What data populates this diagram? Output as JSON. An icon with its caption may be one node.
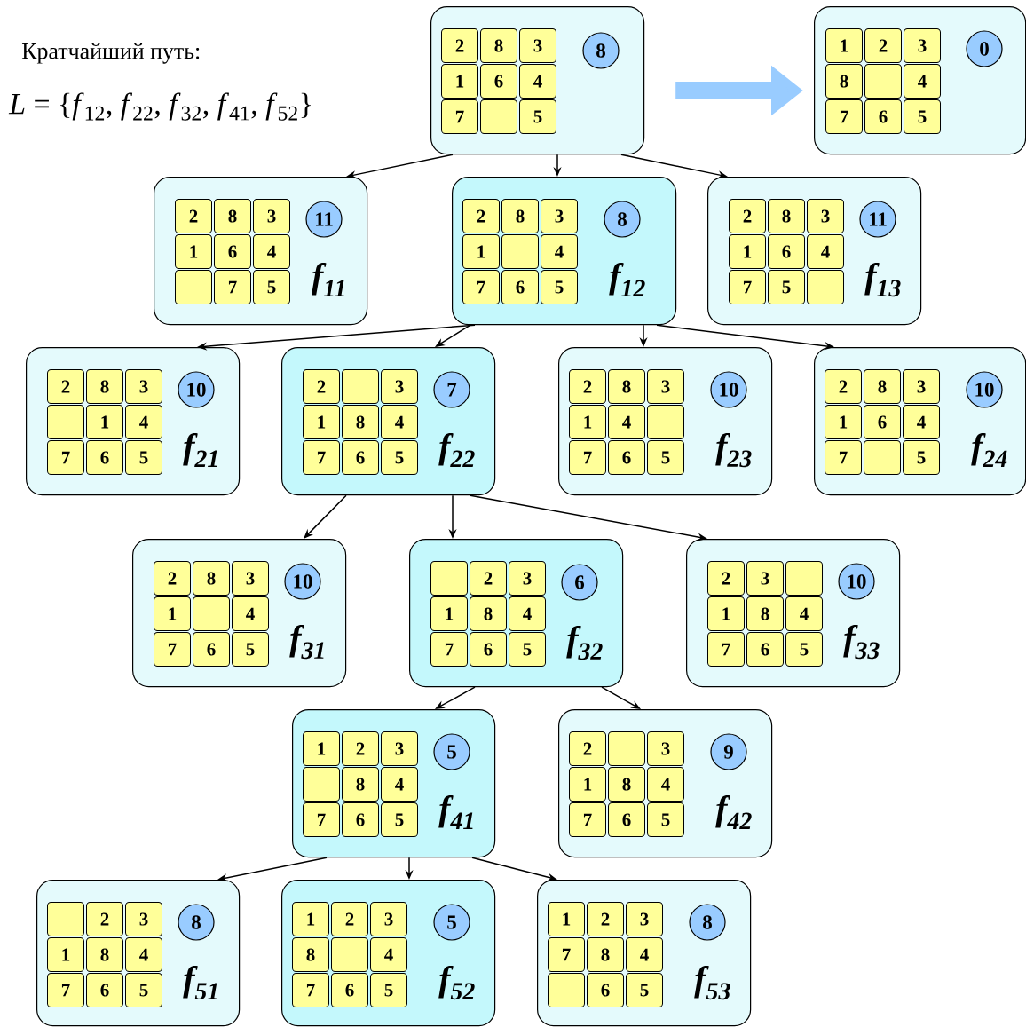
{
  "diagram": {
    "nodes": [
      {
        "text": [],
        "shape": "box"
      },
      {
        "text": [
          "2"
        ],
        "in": 0
      },
      {
        "text": [
          "8"
        ],
        "in": 0
      },
      {
        "text": [
          "3"
        ],
        "in": 0
      },
      {
        "text": [
          "1"
        ],
        "in": 0
      },
      {
        "text": [
          "6"
        ],
        "in": 0
      },
      {
        "text": [
          "4"
        ],
        "in": 0
      },
      {
        "text": [
          "7"
        ],
        "in": 0
      },
      {
        "text": [],
        "shape": "box",
        "in": 0
      },
      {
        "text": [
          "5"
        ],
        "in": 0
      },
      {
        "text": [
          "8"
        ],
        "in": 0
      },
      {
        "text": [],
        "shape": "box"
      },
      {
        "text": [
          "1"
        ],
        "in": 11
      },
      {
        "text": [
          "2"
        ],
        "in": 11
      },
      {
        "text": [
          "3"
        ],
        "in": 11
      },
      {
        "text": [
          "8"
        ],
        "in": 11
      },
      {
        "text": [],
        "shape": "box",
        "in": 11
      },
      {
        "text": [
          "4"
        ],
        "in": 11
      },
      {
        "text": [
          "7"
        ],
        "in": 11
      },
      {
        "text": [
          "6"
        ],
        "in": 11
      },
      {
        "text": [
          "5"
        ],
        "in": 11
      },
      {
        "text": [
          "0"
        ],
        "in": 11
      },
      {
        "text": [
          "f$_{11}$"
        ]
      },
      {
        "text": [
          "2"
        ],
        "in": 22
      },
      {
        "text": [
          "8"
        ],
        "in": 22
      },
      {
        "text": [
          "3"
        ],
        "in": 22
      },
      {
        "text": [
          "1"
        ],
        "in": 22
      },
      {
        "text": [
          "6"
        ],
        "in": 22
      },
      {
        "text": [
          "4"
        ],
        "in": 22
      },
      {
        "text": [],
        "shape": "box",
        "in": 22
      },
      {
        "text": [
          "7"
        ],
        "in": 22
      },
      {
        "text": [
          "5"
        ],
        "in": 22
      },
      {
        "text": [
          "11"
        ],
        "in": 22
      },
      {
        "text": [
          "f$_{12}$"
        ]
      },
      {
        "text": [
          "2"
        ],
        "in": 33
      },
      {
        "text": [
          "8"
        ],
        "in": 33
      },
      {
        "text": [
          "3"
        ],
        "in": 33
      },
      {
        "text": [
          "1"
        ],
        "in": 33
      },
      {
        "text": [],
        "shape": "box",
        "in": 33
      },
      {
        "text": [
          "4"
        ],
        "in": 33
      },
      {
        "text": [
          "7"
        ],
        "in": 33
      },
      {
        "text": [
          "6"
        ],
        "in": 33
      },
      {
        "text": [
          "5"
        ],
        "in": 33
      },
      {
        "text": [
          "8"
        ],
        "in": 33
      },
      {
        "text": [
          "f$_{13}$"
        ]
      },
      {
        "text": [
          "2"
        ],
        "in": 44
      },
      {
        "text": [
          "8"
        ],
        "in": 44
      },
      {
        "text": [
          "3"
        ],
        "in": 44
      },
      {
        "text": [
          "1"
        ],
        "in": 44
      },
      {
        "text": [
          "6"
        ],
        "in": 44
      },
      {
        "text": [
          "4"
        ],
        "in": 44
      },
      {
        "text": [
          "7"
        ],
        "in": 44
      },
      {
        "text": [
          "5"
        ],
        "in": 44
      },
      {
        "text": [],
        "shape": "box",
        "in": 44
      },
      {
        "text": [
          "11"
        ],
        "in": 44
      },
      {
        "text": [
          "f$_{21}$"
        ]
      },
      {
        "text": [
          "2"
        ],
        "in": 55
      },
      {
        "text": [
          "8"
        ],
        "in": 55
      },
      {
        "text": [
          "3"
        ],
        "in": 55
      },
      {
        "text": [],
        "shape": "box",
        "in": 55
      },
      {
        "text": [
          "1"
        ],
        "in": 55
      },
      {
        "text": [
          "4"
        ],
        "in": 55
      },
      {
        "text": [
          "7"
        ],
        "in": 55
      },
      {
        "text": [
          "6"
        ],
        "in": 55
      },
      {
        "text": [
          "5"
        ],
        "in": 55
      },
      {
        "text": [
          "10"
        ],
        "in": 55
      },
      {
        "text": [
          "f$_{22}$"
        ]
      },
      {
        "text": [
          "2"
        ],
        "in": 66
      },
      {
        "text": [],
        "shape": "box",
        "in": 66
      },
      {
        "text": [
          "3"
        ],
        "in": 66
      },
      {
        "text": [
          "1"
        ],
        "in": 66
      },
      {
        "text": [
          "8"
        ],
        "in": 66
      },
      {
        "text": [
          "4"
        ],
        "in": 66
      },
      {
        "text": [
          "7"
        ],
        "in": 66
      },
      {
        "text": [
          "6"
        ],
        "in": 66
      },
      {
        "text": [
          "5"
        ],
        "in": 66
      },
      {
        "text": [
          "7"
        ],
        "in": 66
      },
      {
        "text": [
          "f$_{23}$"
        ]
      },
      {
        "text": [
          "2"
        ],
        "in": 77
      },
      {
        "text": [
          "8"
        ],
        "in": 77
      },
      {
        "text": [
          "3"
        ],
        "in": 77
      },
      {
        "text": [
          "1"
        ],
        "in": 77
      },
      {
        "text": [
          "4"
        ],
        "in": 77
      },
      {
        "text": [],
        "shape": "box",
        "in": 77
      },
      {
        "text": [
          "7"
        ],
        "in": 77
      },
      {
        "text": [
          "6"
        ],
        "in": 77
      },
      {
        "text": [
          "5"
        ],
        "in": 77
      },
      {
        "text": [
          "10"
        ],
        "in": 77
      },
      {
        "text": [
          "f$_{24}$"
        ]
      },
      {
        "text": [
          "2"
        ],
        "in": 88
      },
      {
        "text": [
          "8"
        ],
        "in": 88
      },
      {
        "text": [
          "3"
        ],
        "in": 88
      },
      {
        "text": [
          "1"
        ],
        "in": 88
      },
      {
        "text": [
          "6"
        ],
        "in": 88
      },
      {
        "text": [
          "4"
        ],
        "in": 88
      },
      {
        "text": [
          "7"
        ],
        "in": 88
      },
      {
        "text": [],
        "shape": "box",
        "in": 88
      },
      {
        "text": [
          "5"
        ],
        "in": 88
      },
      {
        "text": [
          "10"
        ],
        "in": 88
      },
      {
        "text": [
          "f$_{31}$"
        ]
      },
      {
        "text": [
          "2"
        ],
        "in": 99
      },
      {
        "text": [
          "8"
        ],
        "in": 99
      },
      {
        "text": [
          "3"
        ],
        "in": 99
      },
      {
        "text": [
          "1"
        ],
        "in": 99
      },
      {
        "text": [],
        "shape": "box",
        "in": 99
      },
      {
        "text": [
          "4"
        ],
        "in": 99
      },
      {
        "text": [
          "7"
        ],
        "in": 99
      },
      {
        "text": [
          "6"
        ],
        "in": 99
      },
      {
        "text": [
          "5"
        ],
        "in": 99
      },
      {
        "text": [
          "10"
        ],
        "in": 99
      },
      {
        "text": [
          "f$_{32}$"
        ]
      },
      {
        "text": [],
        "shape": "box",
        "in": 110
      },
      {
        "text": [
          "2"
        ],
        "in": 110
      },
      {
        "text": [
          "3"
        ],
        "in": 110
      },
      {
        "text": [
          "1"
        ],
        "in": 110
      },
      {
        "text": [
          "8"
        ],
        "in": 110
      },
      {
        "text": [
          "4"
        ],
        "in": 110
      },
      {
        "text": [
          "7"
        ],
        "in": 110
      },
      {
        "text": [
          "6"
        ],
        "in": 110
      },
      {
        "text": [
          "5"
        ],
        "in": 110
      },
      {
        "text": [
          "6"
        ],
        "in": 110
      },
      {
        "text": [
          "f$_{33}$"
        ]
      },
      {
        "text": [
          "2"
        ],
        "in": 121
      },
      {
        "text": [
          "3"
        ],
        "in": 121
      },
      {
        "text": [],
        "shape": "box",
        "in": 121
      },
      {
        "text": [
          "1"
        ],
        "in": 121
      },
      {
        "text": [
          "8"
        ],
        "in": 121
      },
      {
        "text": [
          "4"
        ],
        "in": 121
      },
      {
        "text": [
          "7"
        ],
        "in": 121
      },
      {
        "text": [
          "6"
        ],
        "in": 121
      },
      {
        "text": [
          "5"
        ],
        "in": 121
      },
      {
        "text": [
          "10"
        ],
        "in": 121
      },
      {
        "text": [
          "f$_{41}$"
        ]
      },
      {
        "text": [
          "1"
        ],
        "in": 132
      },
      {
        "text": [
          "2"
        ],
        "in": 132
      },
      {
        "text": [
          "3"
        ],
        "in": 132
      },
      {
        "text": [],
        "shape": "box",
        "in": 132
      },
      {
        "text": [
          "8"
        ],
        "in": 132
      },
      {
        "text": [
          "4"
        ],
        "in": 132
      },
      {
        "text": [
          "7"
        ],
        "in": 132
      },
      {
        "text": [
          "6"
        ],
        "in": 132
      },
      {
        "text": [
          "5"
        ],
        "in": 132
      },
      {
        "text": [
          "5"
        ],
        "in": 132
      },
      {
        "text": [
          "f$_{42}$"
        ]
      },
      {
        "text": [
          "2"
        ],
        "in": 143
      },
      {
        "text": [],
        "shape": "box",
        "in": 143
      },
      {
        "text": [
          "3"
        ],
        "in": 143
      },
      {
        "text": [
          "1"
        ],
        "in": 143
      },
      {
        "text": [
          "8"
        ],
        "in": 143
      },
      {
        "text": [
          "4"
        ],
        "in": 143
      },
      {
        "text": [
          "7"
        ],
        "in": 143
      },
      {
        "text": [
          "6"
        ],
        "in": 143
      },
      {
        "text": [
          "5"
        ],
        "in": 143
      },
      {
        "text": [
          "9"
        ],
        "in": 143
      },
      {
        "text": [
          "f$_{51}$"
        ]
      },
      {
        "text": [],
        "shape": "box",
        "in": 154
      },
      {
        "text": [
          "2"
        ],
        "in": 154
      },
      {
        "text": [
          "3"
        ],
        "in": 154
      },
      {
        "text": [
          "1"
        ],
        "in": 154
      },
      {
        "text": [
          "8"
        ],
        "in": 154
      },
      {
        "text": [
          "4"
        ],
        "in": 154
      },
      {
        "text": [
          "7"
        ],
        "in": 154
      },
      {
        "text": [
          "6"
        ],
        "in": 154
      },
      {
        "text": [
          "5"
        ],
        "in": 154
      },
      {
        "text": [
          "8"
        ],
        "in": 154
      },
      {
        "text": [
          "f$_{52}$"
        ]
      },
      {
        "text": [
          "1"
        ],
        "in": 165
      },
      {
        "text": [
          "2"
        ],
        "in": 165
      },
      {
        "text": [
          "3"
        ],
        "in": 165
      },
      {
        "text": [
          "8"
        ],
        "in": 165
      },
      {
        "text": [],
        "shape": "box",
        "in": 165
      },
      {
        "text": [
          "4"
        ],
        "in": 165
      },
      {
        "text": [
          "7"
        ],
        "in": 165
      },
      {
        "text": [
          "6"
        ],
        "in": 165
      },
      {
        "text": [
          "5"
        ],
        "in": 165
      },
      {
        "text": [
          "5"
        ],
        "in": 165
      },
      {
        "text": [
          "f$_{53}$"
        ]
      },
      {
        "text": [
          "1"
        ],
        "in": 176
      },
      {
        "text": [
          "2"
        ],
        "in": 176
      },
      {
        "text": [
          "3"
        ],
        "in": 176
      },
      {
        "text": [
          "7"
        ],
        "in": 176
      },
      {
        "text": [
          "8"
        ],
        "in": 176
      },
      {
        "text": [
          "4"
        ],
        "in": 176
      },
      {
        "text": [],
        "shape": "box",
        "in": 176
      },
      {
        "text": [
          "6"
        ],
        "in": 176
      },
      {
        "text": [
          "5"
        ],
        "in": 176
      },
      {
        "text": [
          "8"
        ],
        "in": 176
      }
    ],
    "edges": [
      {
        "from": 0,
        "to": 11,
        "arrow": "to",
        "style": "thick",
        "color": "#99ccff"
      },
      {
        "from": 0,
        "to": 22,
        "arrow": "to"
      },
      {
        "from": 0,
        "to": 33,
        "arrow": "to"
      },
      {
        "from": 0,
        "to": 44,
        "arrow": "to"
      },
      {
        "from": 33,
        "to": 55,
        "arrow": "to"
      },
      {
        "from": 33,
        "to": 66,
        "arrow": "to"
      },
      {
        "from": 33,
        "to": 77,
        "arrow": "to"
      },
      {
        "from": 33,
        "to": 88,
        "arrow": "to"
      },
      {
        "from": 66,
        "to": 99,
        "arrow": "to"
      },
      {
        "from": 66,
        "to": 110,
        "arrow": "to"
      },
      {
        "from": 66,
        "to": 121,
        "arrow": "to"
      },
      {
        "from": 110,
        "to": 132,
        "arrow": "to"
      },
      {
        "from": 110,
        "to": 143,
        "arrow": "to"
      },
      {
        "from": 132,
        "to": 154,
        "arrow": "to"
      },
      {
        "from": 132,
        "to": 165,
        "arrow": "to"
      },
      {
        "from": 132,
        "to": 176,
        "arrow": "to"
      }
    ],
    "labels": [
      "Кратчайший путь:",
      "*L* = {*f*$_{12}$, *f*$_{22}$, *f*$_{32}$, *f*$_{41}$, *f*$_{52}$}"
    ]
  }
}
